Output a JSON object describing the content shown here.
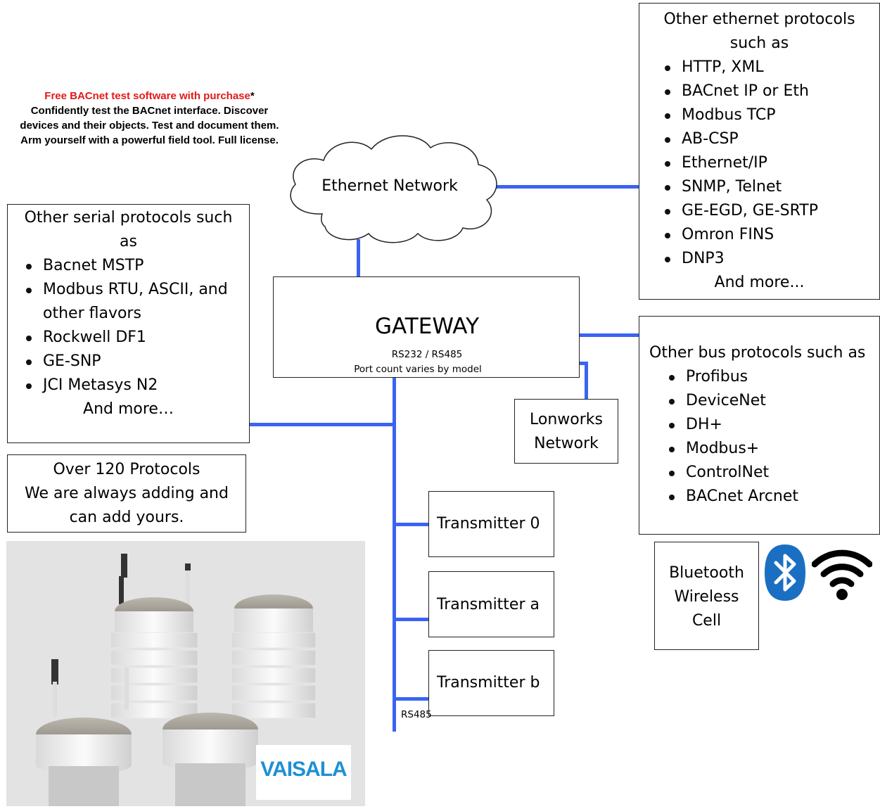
{
  "promo": {
    "headline": "Free BACnet test software with purchase",
    "asterisk": "*",
    "body": "Confidently test the BACnet interface. Discover devices and their objects. Test and document them. Arm yourself with a powerful field tool. Full license."
  },
  "cloud": {
    "label": "Ethernet Network"
  },
  "gateway": {
    "title": "GATEWAY",
    "ports": "RS232 / RS485",
    "note": "Port count varies by model"
  },
  "serial_box": {
    "heading": "Other serial protocols such as",
    "items": [
      "Bacnet MSTP",
      "Modbus RTU, ASCII, and other flavors",
      "Rockwell DF1",
      "GE-SNP",
      "JCI Metasys N2"
    ],
    "footer": "And more…"
  },
  "protocols_box": {
    "line1": "Over 120 Protocols",
    "line2": "We are always adding and",
    "line3": "can add yours."
  },
  "ethernet_box": {
    "heading": "Other ethernet protocols such as",
    "items": [
      "HTTP, XML",
      "BACnet IP or Eth",
      "Modbus TCP",
      "AB-CSP",
      "Ethernet/IP",
      "SNMP, Telnet",
      "GE-EGD, GE-SRTP",
      "Omron FINS",
      "DNP3"
    ],
    "footer": "And more..."
  },
  "bus_box": {
    "heading": "Other bus protocols such as",
    "items": [
      "Profibus",
      "DeviceNet",
      "DH+",
      "Modbus+",
      "ControlNet",
      "BACnet Arcnet"
    ]
  },
  "lonworks": {
    "line1": "Lonworks",
    "line2": "Network"
  },
  "transmitters": [
    "Transmitter 0",
    "Transmitter a",
    "Transmitter b"
  ],
  "rs485_label": "RS485",
  "wireless_box": {
    "line1": "Bluetooth",
    "line2": "Wireless",
    "line3": "Cell"
  },
  "photo": {
    "logo": "VAISALA"
  },
  "colors": {
    "connector": "#3b63f2",
    "promo_red": "#e21a1a",
    "bluetooth": "#1a6fc2",
    "vaisala_blue": "#1f8fd6"
  },
  "icons": [
    "bluetooth-icon",
    "wifi-icon"
  ]
}
